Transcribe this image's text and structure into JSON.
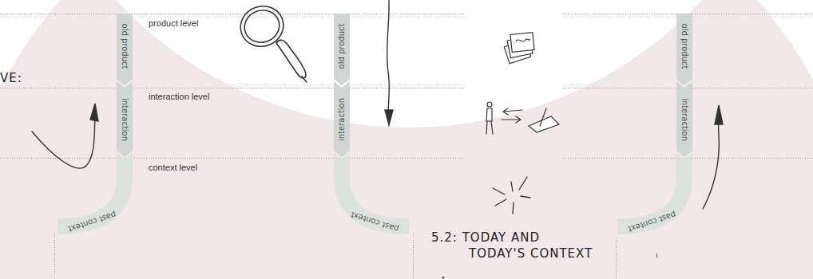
{
  "diagram": {
    "title": "5.2: TODAY AND TODAY'S CONTEXT",
    "nodes": [
      {
        "text": [
          "old product"
        ]
      },
      {
        "text": [
          "interaction"
        ]
      },
      {
        "text": [
          "past context"
        ]
      },
      {
        "text": [
          "old product"
        ]
      },
      {
        "text": [
          "interaction"
        ]
      },
      {
        "text": [
          "past context"
        ]
      },
      {
        "text": [
          "old product"
        ]
      },
      {
        "text": [
          "interaction"
        ]
      },
      {
        "text": [
          "past context"
        ]
      }
    ],
    "labels": [
      "VE:",
      "product level",
      "interaction level",
      "context level"
    ]
  }
}
